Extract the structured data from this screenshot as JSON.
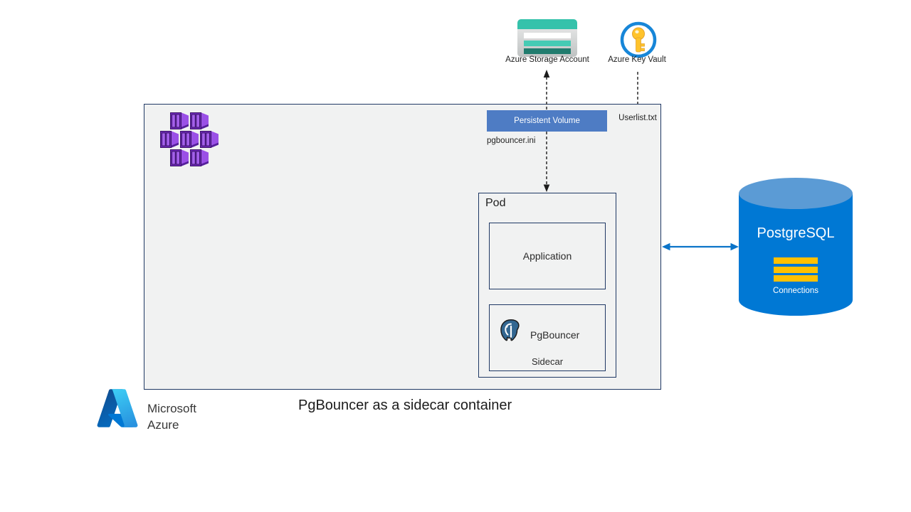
{
  "diagram": {
    "title": "PgBouncer as a sidecar container",
    "brand": {
      "name": "Microsoft Azure",
      "line1": "Microsoft",
      "line2": "Azure"
    },
    "external_services": {
      "storage": {
        "label": "Azure Storage Account",
        "icon": "storage-account-icon"
      },
      "key_vault": {
        "label": "Azure Key Vault",
        "icon": "key-vault-icon"
      }
    },
    "cluster": {
      "icon": "containers-icon",
      "persistent_volume": {
        "label": "Persistent Volume"
      },
      "files": {
        "userlist": "Userlist.txt",
        "pgbouncer_ini": "pgbouncer.ini"
      },
      "pod": {
        "label": "Pod",
        "application": {
          "label": "Application"
        },
        "sidecar": {
          "label": "PgBouncer",
          "role": "Sidecar",
          "icon": "postgresql-elephant-icon"
        }
      }
    },
    "database": {
      "label": "PostgreSQL",
      "sublabel": "Connections",
      "icon": "database-cylinder-icon"
    },
    "connectors": {
      "storage_to_pv": "dashed-arrow-up",
      "pv_to_pod": "dashed-arrow-down",
      "keyvault_to_userlist": "dashed-line",
      "pod_to_db": "double-arrow"
    },
    "colors": {
      "azure_blue": "#0078D4",
      "cylinder_top_blue": "#5B9BD5",
      "connections_gold": "#FFC000",
      "persistent_volume_blue": "#4E7CC4",
      "box_border_navy": "#1F3864",
      "box_fill_gray": "#F1F2F2",
      "container_purple": "#9A50E6",
      "storage_teal": "#35C2AB",
      "key_gold": "#FFC32B",
      "arrow_blue": "#0B74C9"
    }
  }
}
